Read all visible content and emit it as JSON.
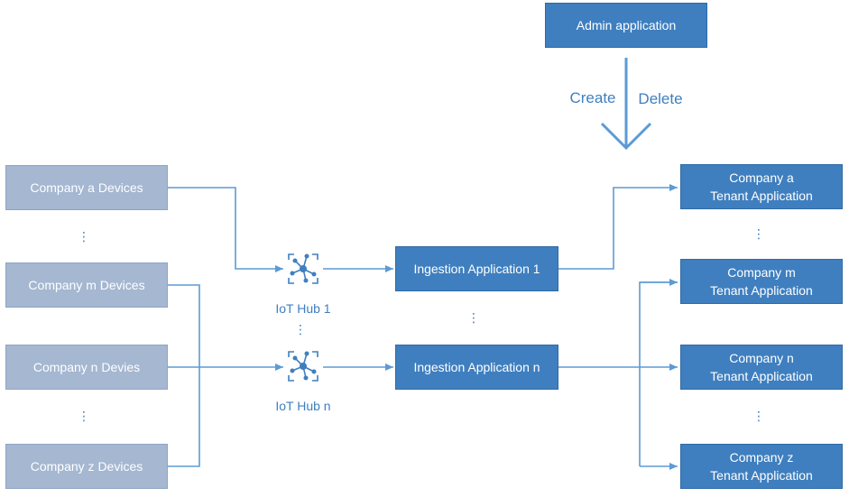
{
  "admin": {
    "label": "Admin application"
  },
  "actions": {
    "create": "Create",
    "delete": "Delete"
  },
  "devices": {
    "a": "Company a Devices",
    "m": "Company m Devices",
    "n": "Company n Devies",
    "z": "Company z Devices"
  },
  "hubs": {
    "hub1": "IoT Hub 1",
    "hubn": "IoT Hub n"
  },
  "ingestion": {
    "app1": "Ingestion Application 1",
    "appn": "Ingestion Application n"
  },
  "tenants": {
    "a": [
      "Company a",
      "Tenant Application"
    ],
    "m": [
      "Company m",
      "Tenant Application"
    ],
    "n": [
      "Company n",
      "Tenant Application"
    ],
    "z": [
      "Company z",
      "Tenant Application"
    ]
  },
  "ellipsis": "⋮",
  "colors": {
    "accent": "#3f7fbf",
    "device_box": "#a5b7d1",
    "arrow": "#5b9bd5"
  }
}
